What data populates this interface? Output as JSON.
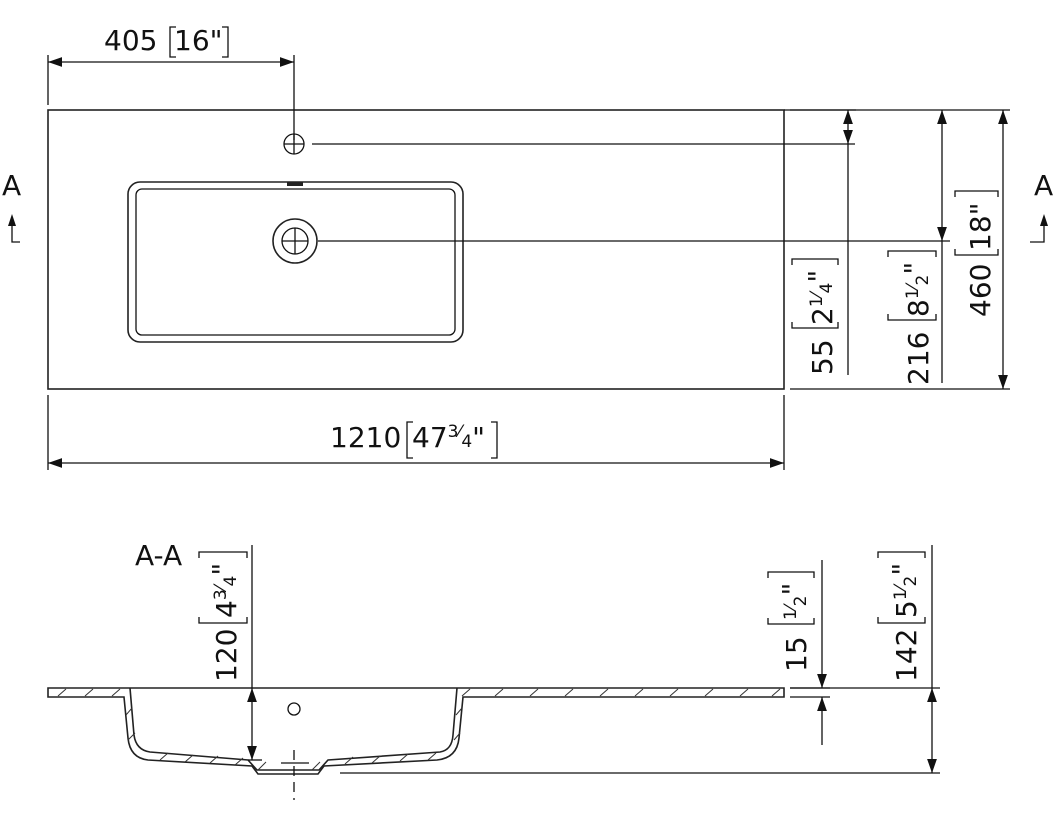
{
  "section_markers": {
    "left": "A",
    "right": "A",
    "section_title": "A-A"
  },
  "top_view": {
    "tap_offset": {
      "mm": "405",
      "inch": "16\""
    },
    "overall_length": {
      "mm": "1210",
      "whole": "47",
      "num": "3",
      "den": "4",
      "unit": "\""
    },
    "tap_hole_from_back": {
      "mm": "55",
      "whole": "2",
      "num": "1",
      "den": "4",
      "unit": "\""
    },
    "drain_from_back": {
      "mm": "216",
      "whole": "8",
      "num": "1",
      "den": "2",
      "unit": "\""
    },
    "overall_depth": {
      "mm": "460",
      "inch": "18\""
    }
  },
  "section_view": {
    "bowl_depth": {
      "mm": "120",
      "whole": "4",
      "num": "3",
      "den": "4",
      "unit": "\""
    },
    "deck_thickness": {
      "mm": "15",
      "whole": "",
      "num": "1",
      "den": "2",
      "unit": "\""
    },
    "overall_height": {
      "mm": "142",
      "whole": "5",
      "num": "1",
      "den": "2",
      "unit": "\""
    }
  }
}
